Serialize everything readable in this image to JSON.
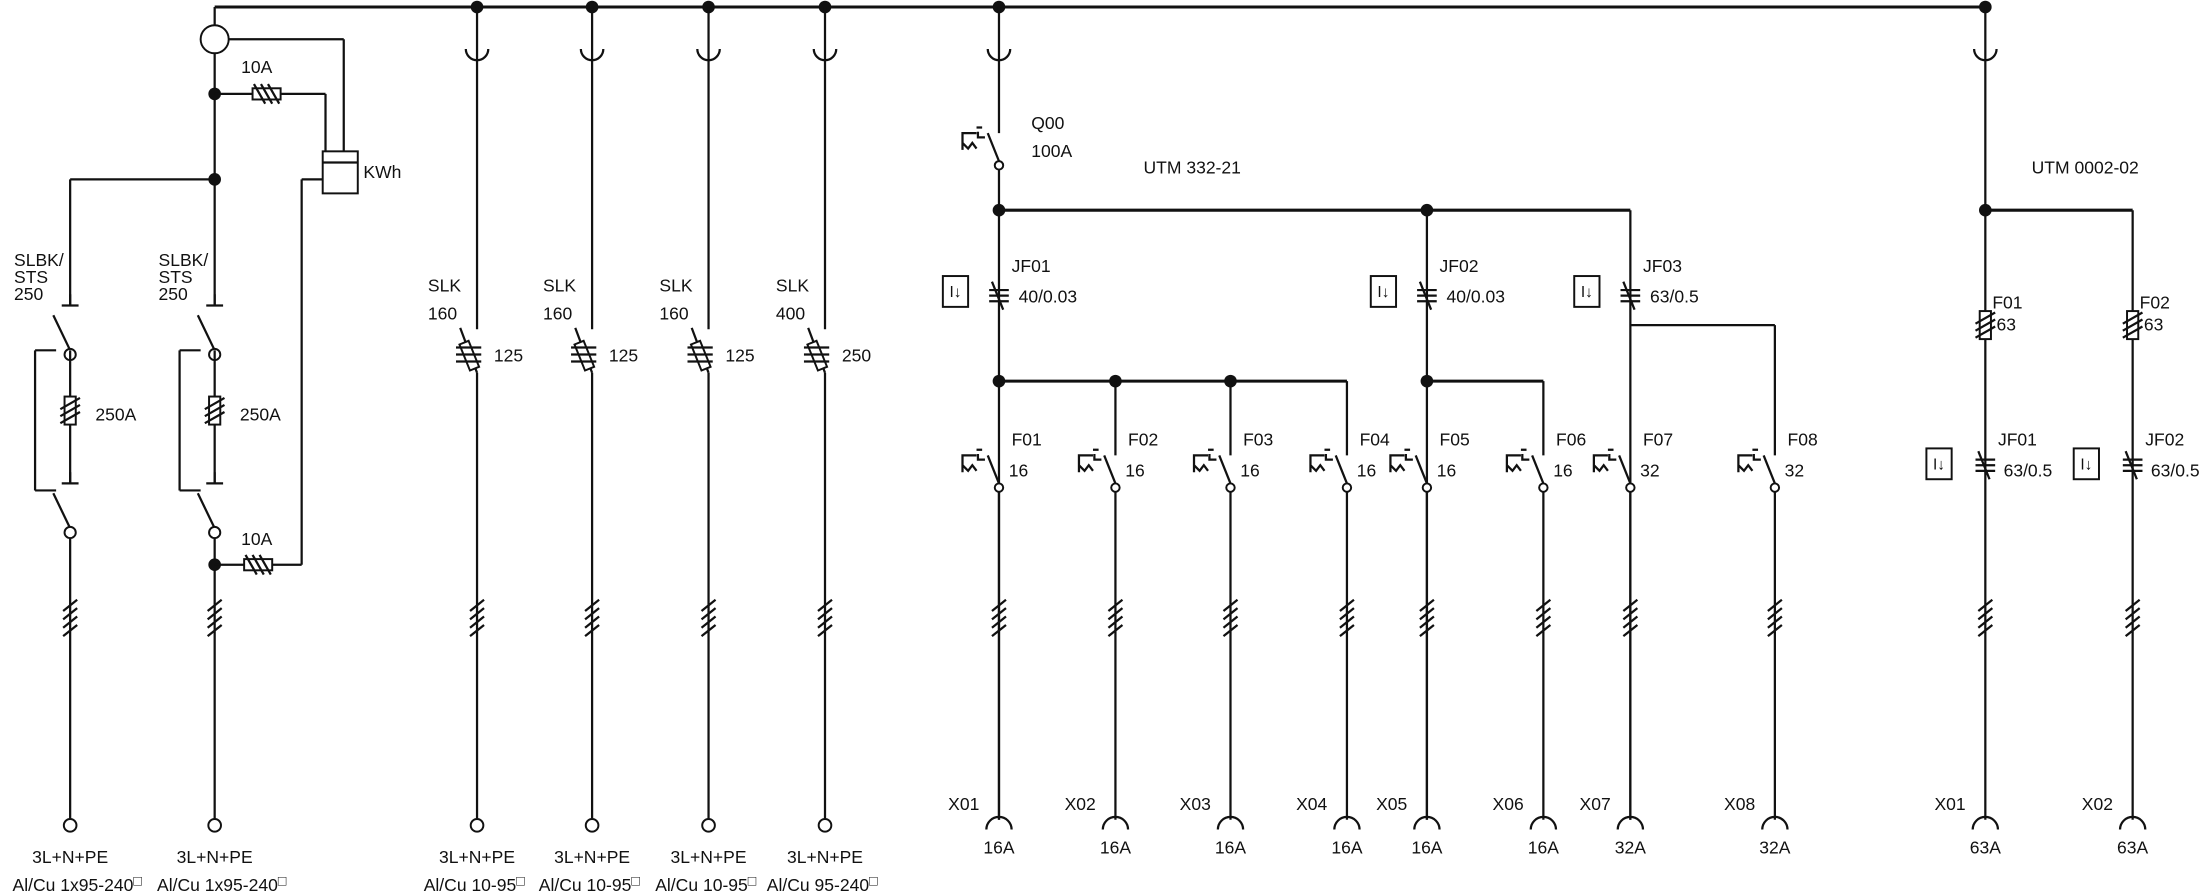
{
  "meter": {
    "fuse_top": "10A",
    "fuse_bottom": "10A",
    "label": "KWh"
  },
  "incomers": [
    {
      "type": "SLBK/",
      "type2": "STS",
      "rating": "250",
      "fuse": "250A",
      "cable1": "3L+N+PE",
      "cable2": "Al/Cu  1x95-240",
      "mark": "□"
    },
    {
      "type": "SLBK/",
      "type2": "STS",
      "rating": "250",
      "fuse": "250A",
      "cable1": "3L+N+PE",
      "cable2": "Al/Cu  1x95-240",
      "mark": "□"
    }
  ],
  "outgoing": [
    {
      "type": "SLK",
      "size": "160",
      "fuse": "125",
      "cable1": "3L+N+PE",
      "cable2": "Al/Cu  10-95",
      "mark": "□"
    },
    {
      "type": "SLK",
      "size": "160",
      "fuse": "125",
      "cable1": "3L+N+PE",
      "cable2": "Al/Cu  10-95",
      "mark": "□"
    },
    {
      "type": "SLK",
      "size": "160",
      "fuse": "125",
      "cable1": "3L+N+PE",
      "cable2": "Al/Cu  10-95",
      "mark": "□"
    },
    {
      "type": "SLK",
      "size": "400",
      "fuse": "250",
      "cable1": "3L+N+PE",
      "cable2": "Al/Cu  95-240",
      "mark": "□"
    }
  ],
  "utm1": {
    "title": "UTM 332-21",
    "main": {
      "id": "Q00",
      "rating": "100A"
    },
    "rcds": [
      {
        "id": "JF01",
        "rating": "40/0.03",
        "symbol": "I↓"
      },
      {
        "id": "JF02",
        "rating": "40/0.03",
        "symbol": "I↓"
      },
      {
        "id": "JF03",
        "rating": "63/0.5",
        "symbol": "I↓"
      }
    ],
    "breakers": [
      {
        "id": "F01",
        "rating": "16",
        "socket": "X01",
        "socket_rating": "16A"
      },
      {
        "id": "F02",
        "rating": "16",
        "socket": "X02",
        "socket_rating": "16A"
      },
      {
        "id": "F03",
        "rating": "16",
        "socket": "X03",
        "socket_rating": "16A"
      },
      {
        "id": "F04",
        "rating": "16",
        "socket": "X04",
        "socket_rating": "16A"
      },
      {
        "id": "F05",
        "rating": "16",
        "socket": "X05",
        "socket_rating": "16A"
      },
      {
        "id": "F06",
        "rating": "16",
        "socket": "X06",
        "socket_rating": "16A"
      },
      {
        "id": "F07",
        "rating": "32",
        "socket": "X07",
        "socket_rating": "32A"
      },
      {
        "id": "F08",
        "rating": "32",
        "socket": "X08",
        "socket_rating": "32A"
      }
    ]
  },
  "utm2": {
    "title": "UTM 0002-02",
    "fuses": [
      {
        "id": "F01",
        "rating": "63"
      },
      {
        "id": "F02",
        "rating": "63"
      }
    ],
    "rcds": [
      {
        "id": "JF01",
        "rating": "63/0.5",
        "symbol": "I↓",
        "socket": "X01",
        "socket_rating": "63A"
      },
      {
        "id": "JF02",
        "rating": "63/0.5",
        "symbol": "I↓",
        "socket": "X02",
        "socket_rating": "63A"
      }
    ]
  }
}
